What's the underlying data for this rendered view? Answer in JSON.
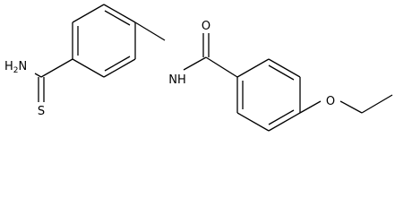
{
  "molecule": {
    "atoms": {
      "amine": "H2N",
      "amine_h": "H",
      "amine_sub": "2",
      "amine_n": "N",
      "thione_s": "S",
      "amide_nh": "NH",
      "amide_o": "O",
      "ether_o": "O"
    },
    "colors": {
      "bond": "#000000",
      "label": "#000000",
      "background": "#ffffff"
    }
  }
}
